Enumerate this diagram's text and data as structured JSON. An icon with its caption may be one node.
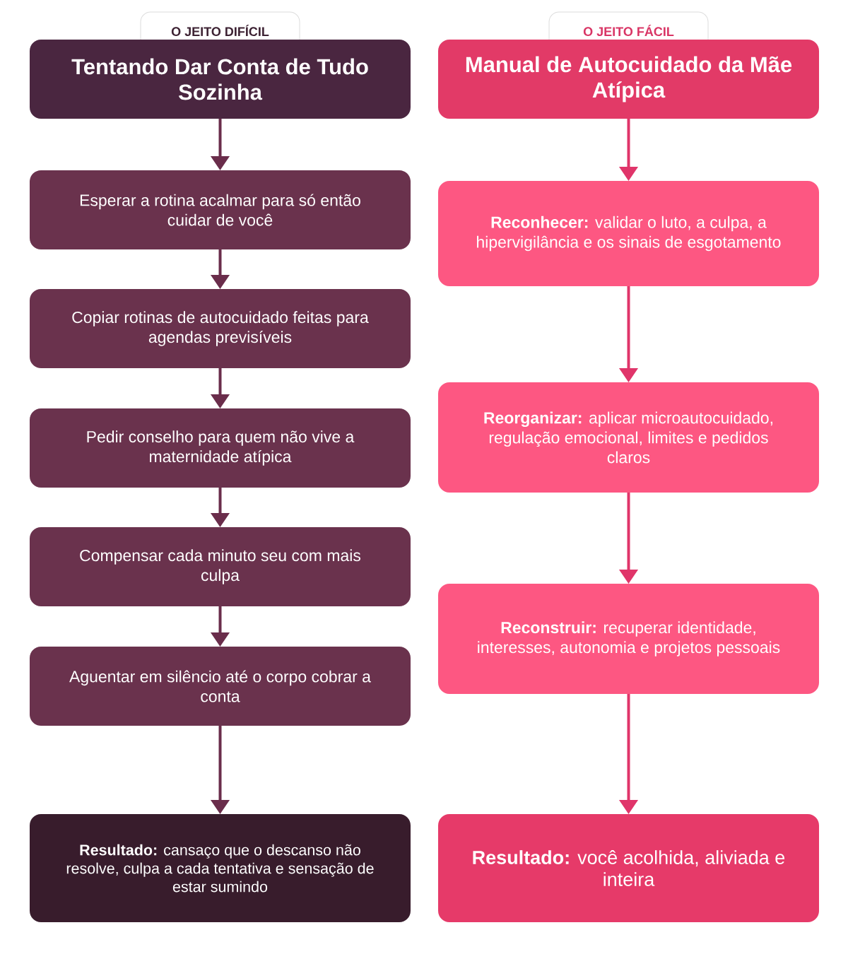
{
  "diagram": {
    "nodes": [
      {
        "text": [
          "O JEITO DIFÍCIL"
        ]
      },
      {
        "text": [
          "Tentando Dar Conta de Tudo Sozinha"
        ]
      },
      {
        "text": [
          "Esperar a rotina acalmar para só então cuidar de você"
        ]
      },
      {
        "text": [
          "Copiar rotinas de autocuidado feitas para agendas previsíveis"
        ]
      },
      {
        "text": [
          "Pedir conselho para quem não vive a maternidade atípica"
        ]
      },
      {
        "text": [
          "Compensar cada minuto seu com mais culpa"
        ]
      },
      {
        "text": [
          "Aguentar em silêncio até o corpo cobrar a conta"
        ]
      },
      {
        "text": [
          "**Resultado:** cansaço que o descanso não resolve, culpa a cada tentativa e sensação de estar sumindo"
        ]
      },
      {
        "text": [
          "O JEITO FÁCIL"
        ]
      },
      {
        "text": [
          "Manual de Autocuidado da Mãe Atípica"
        ]
      },
      {
        "text": [
          "**Reconhecer:** validar o luto, a culpa, a hipervigilância e os sinais de esgotamento"
        ]
      },
      {
        "text": [
          "**Reorganizar:** aplicar microautocuidado, regulação emocional, limites e pedidos claros"
        ]
      },
      {
        "text": [
          "**Reconstruir:** recuperar identidade, interesses, autonomia e projetos pessoais"
        ]
      },
      {
        "text": [
          "**Resultado:** você acolhida, aliviada e inteira"
        ]
      }
    ],
    "edges": [
      {
        "from": 1,
        "to": 2,
        "arrow": "to"
      },
      {
        "from": 2,
        "to": 3,
        "arrow": "to"
      },
      {
        "from": 3,
        "to": 4,
        "arrow": "to"
      },
      {
        "from": 4,
        "to": 5,
        "arrow": "to"
      },
      {
        "from": 5,
        "to": 6,
        "arrow": "to"
      },
      {
        "from": 6,
        "to": 7,
        "arrow": "to"
      },
      {
        "from": 9,
        "to": 10,
        "arrow": "to",
        "color": "#e0356a"
      },
      {
        "from": 10,
        "to": 11,
        "arrow": "to",
        "color": "#e0356a"
      },
      {
        "from": 11,
        "to": 12,
        "arrow": "to",
        "color": "#e0356a"
      },
      {
        "from": 12,
        "to": 13,
        "arrow": "to",
        "color": "#e0356a"
      }
    ]
  }
}
